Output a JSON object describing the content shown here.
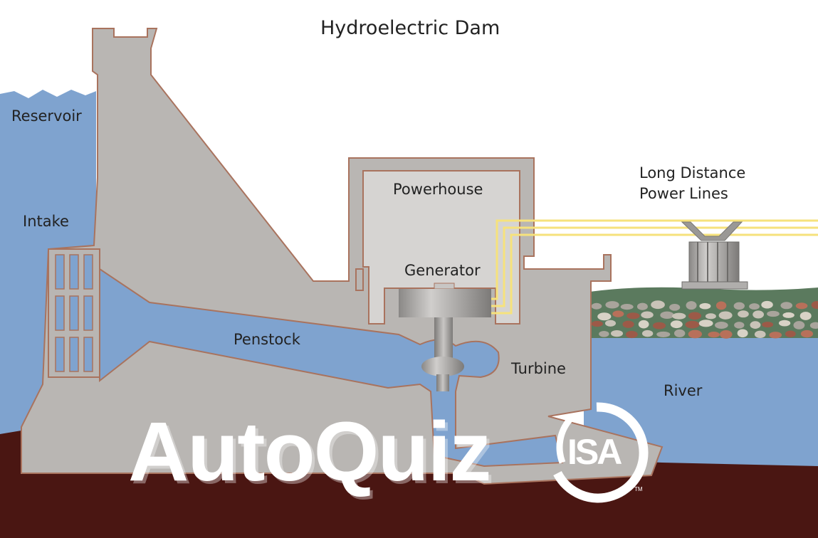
{
  "title": "Hydroelectric Dam",
  "labels": {
    "reservoir": "Reservoir",
    "intake": "Intake",
    "powerhouse": "Powerhouse",
    "generator": "Generator",
    "penstock": "Penstock",
    "turbine": "Turbine",
    "river": "River",
    "power_lines_1": "Long Distance",
    "power_lines_2": "Power Lines"
  },
  "branding": {
    "autoquiz": "AutoQuiz",
    "isa": "ISA",
    "tm": "TM"
  },
  "colors": {
    "water": "#7fa3cf",
    "concrete": "#b9b6b3",
    "outline": "#a9735e",
    "ground": "#4a1612",
    "power_line": "#f6e27c",
    "grass": "#5b7a5e"
  }
}
